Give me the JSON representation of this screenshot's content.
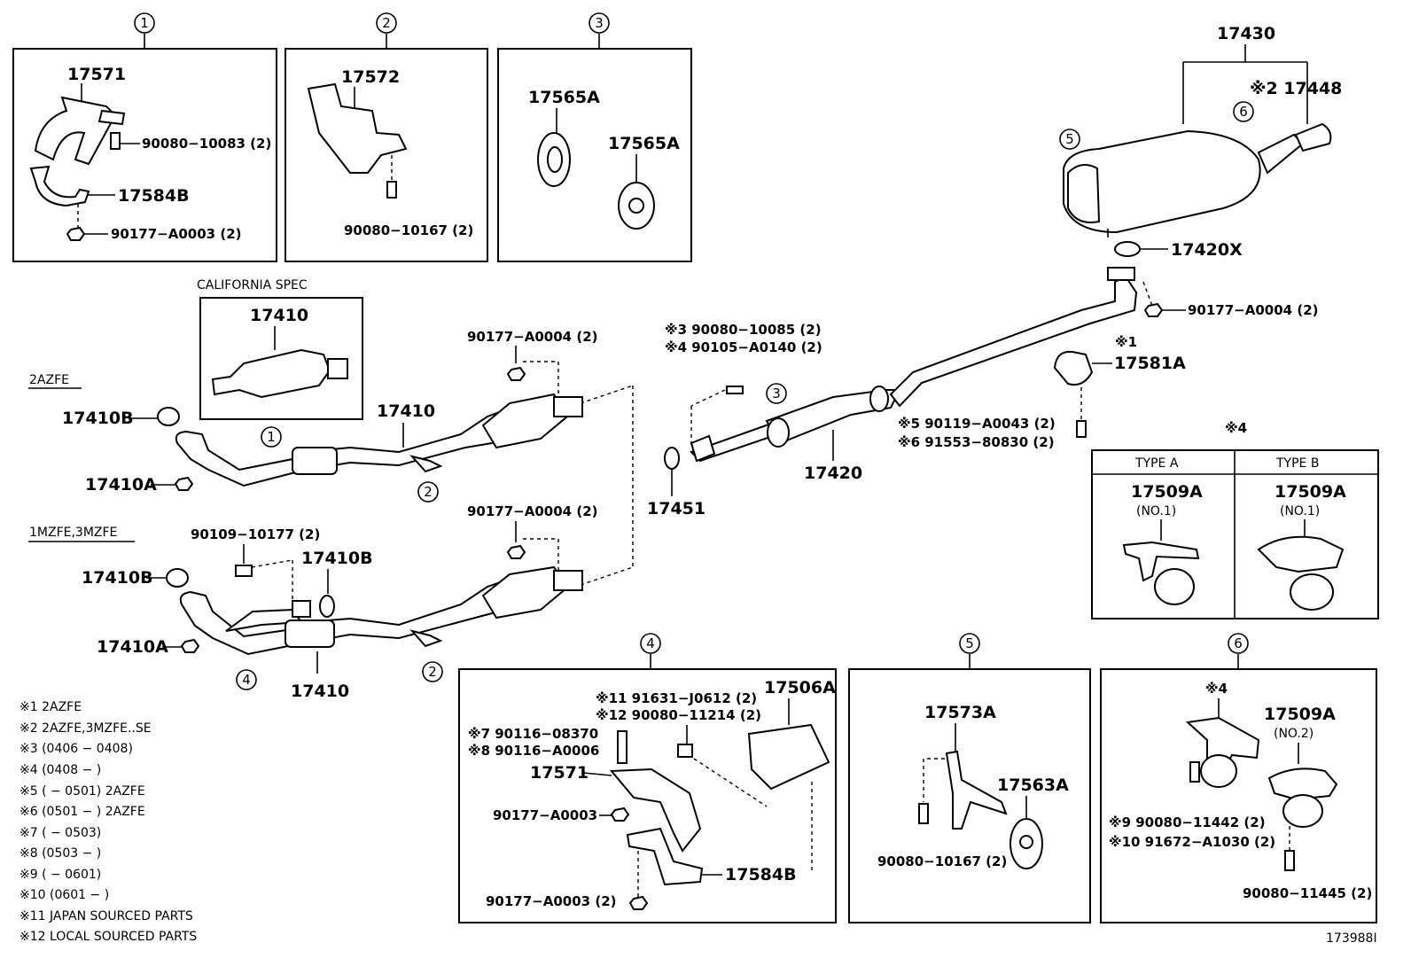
{
  "diagram_id": "173988I",
  "engines": {
    "e1": "2AZFE",
    "e2": "1MZFE,3MZFE"
  },
  "california_spec": "CALIFORNIA SPEC",
  "group_nums": [
    "1",
    "2",
    "3",
    "4",
    "5",
    "6"
  ],
  "type_a": "TYPE A",
  "type_b": "TYPE B",
  "notes": [
    "※1 2AZFE",
    "※2 2AZFE,3MZFE..SE",
    "※3 (0406 − 0408)",
    "※4 (0408 −         )",
    "※5 (         − 0501) 2AZFE",
    "※6 (0501 −         ) 2AZFE",
    "※7 (         − 0503)",
    "※8 (0503 −         )",
    "※9 (         − 0601)",
    "※10 (0601 −         )",
    "※11 JAPAN SOURCED PARTS",
    "※12 LOCAL SOURCED PARTS"
  ],
  "labels": {
    "p17571a": "17571",
    "p90080_10083": "90080−10083 (2)",
    "p17584b_a": "17584B",
    "p90177_a0003_a": "90177−A0003 (2)",
    "p17572": "17572",
    "p90080_10167_a": "90080−10167 (2)",
    "p17565a_1": "17565A",
    "p17565a_2": "17565A",
    "p17430": "17430",
    "p17448": "※2 17448",
    "p17420x": "17420X",
    "p90177_a0004_r": "90177−A0004 (2)",
    "p17581a_mark": "※1",
    "p17581a": "17581A",
    "p90119": "※5 90119−A0043 (2)",
    "p91553": "※6 91553−80830 (2)",
    "p17420": "17420",
    "p90080_10085": "※3 90080−10085 (2)",
    "p90105": "※4 90105−A0140 (2)",
    "p17451": "17451",
    "p17410_cal": "17410",
    "p17410b_1": "17410B",
    "p17410a_1": "17410A",
    "p17410_1": "17410",
    "p90177_a0004_1": "90177−A0004 (2)",
    "p90177_a0004_2": "90177−A0004 (2)",
    "p90109": "90109−10177 (2)",
    "p17410b_2": "17410B",
    "p17410b_3": "17410B",
    "p17410a_2": "17410A",
    "p17410_2": "17410",
    "p4_mark": "※4",
    "p17509a_a": "17509A",
    "p17509a_a_no": "(NO.1)",
    "p17509a_b": "17509A",
    "p17509a_b_no": "(NO.1)",
    "p91631": "※11 91631−J0612 (2)",
    "p90080_11214": "※12 90080−11214 (2)",
    "p17506a": "17506A",
    "p90116_08370": "※7 90116−08370",
    "p90116_a0006": "※8 90116−A0006",
    "p17571b": "17571",
    "p90177_a0003_b": "90177−A0003",
    "p17584b_b": "17584B",
    "p90177_a0003_c": "90177−A0003 (2)",
    "p17573a": "17573A",
    "p17563a": "17563A",
    "p90080_10167_b": "90080−10167 (2)",
    "p6_mark": "※4",
    "p17509a_6": "17509A",
    "p17509a_6_no": "(NO.2)",
    "p90080_11442": "※9    90080−11442 (2)",
    "p91672": "※10 91672−A1030 (2)",
    "p90080_11445": "90080−11445 (2)"
  }
}
